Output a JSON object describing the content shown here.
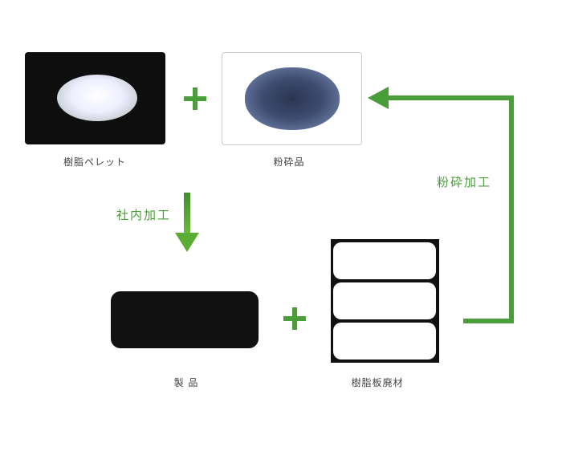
{
  "items": {
    "pellet_label": "樹脂ペレット",
    "crushed_label": "粉砕品",
    "product_label": "製 品",
    "scrap_label": "樹脂板廃材"
  },
  "processes": {
    "inhouse": "社内加工",
    "crushing": "粉砕加工"
  },
  "colors": {
    "accent": "#4a9e3a"
  }
}
